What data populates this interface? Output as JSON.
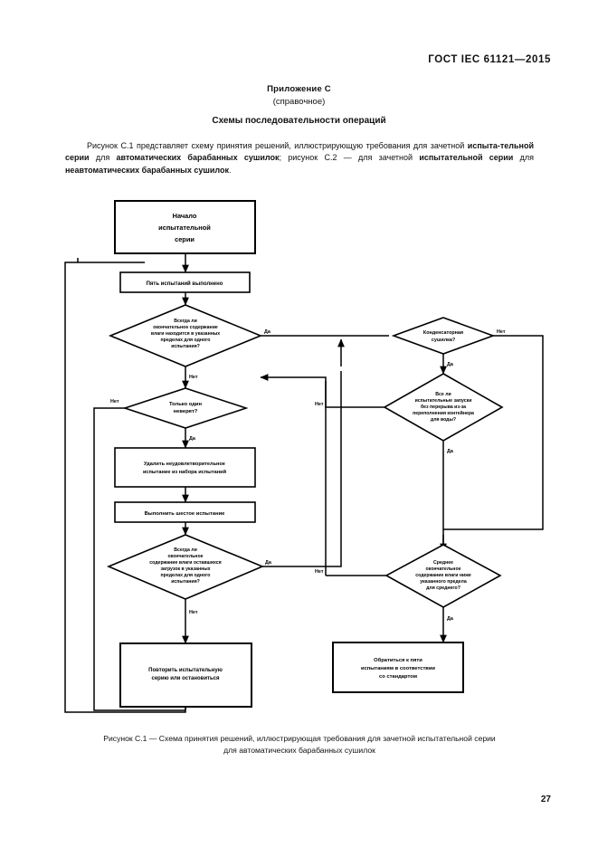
{
  "header": {
    "standard_number": "ГОСТ IEC 61121—2015",
    "page_number": "27"
  },
  "annex": {
    "title": "Приложение С",
    "subtitle": "(справочное)",
    "section_title": "Схемы последовательности операций"
  },
  "intro": {
    "part1": "Рисунок С.1 представляет схему принятия решений, иллюстрирующую требования для зачетной ",
    "bold1": "испыта-",
    "bold2": "тельной серии",
    "part2": " для ",
    "bold3": "автоматических барабанных сушилок",
    "part3": "; рисунок С.2 — для зачетной ",
    "bold4": "испытательной серии",
    "part4": "для ",
    "bold5": "неавтоматических барабанных сушилок",
    "part5": "."
  },
  "figure": {
    "caption_line1": "Рисунок С.1 — Схема принятия решений, иллюстрирующая требования для зачетной испытательной серии",
    "caption_line2": "для автоматических барабанных сушилок",
    "nodes": {
      "start": {
        "type": "process",
        "lines": [
          "Начало",
          "испытательной",
          "серии"
        ]
      },
      "five_tests_done": {
        "type": "process",
        "lines": [
          "Пять испытаний выполнено"
        ]
      },
      "moisture_within_limits": {
        "type": "decision",
        "lines": [
          "Всегда ли",
          "окончательное содержание",
          "влаги находится в указанных",
          "пределах для одного",
          "испытания?"
        ]
      },
      "only_one_invalid": {
        "type": "decision",
        "lines": [
          "Только один",
          "неверят?"
        ]
      },
      "remove_test": {
        "type": "process",
        "lines": [
          "Удалить неудовлетворительное",
          "испытание из набора испытаний"
        ]
      },
      "run_sixth_test": {
        "type": "process",
        "lines": [
          "Выполнить шестое испытание"
        ]
      },
      "remaining_within_limits": {
        "type": "decision",
        "lines": [
          "Всегда ли",
          "окончательное",
          "содержание влаги оставшихся",
          "загрузок в указанных",
          "пределах для одного",
          "испытания?"
        ]
      },
      "repeat_or_stop": {
        "type": "process",
        "lines": [
          "Повторить испытательную",
          "серию или остановиться"
        ]
      },
      "condenser_dryer": {
        "type": "decision",
        "lines": [
          "Конденсаторная",
          "сушилка?"
        ]
      },
      "no_interrupt_water": {
        "type": "decision",
        "lines": [
          "Все ли",
          "испытательные запуски",
          "без перерыва из-за",
          "переполнения контейнера",
          "для воды?"
        ]
      },
      "mean_below_limit": {
        "type": "decision",
        "lines": [
          "Среднее",
          "окончательное",
          "содержание влаги ниже",
          "указанного предела",
          "для среднего?"
        ]
      },
      "refer_five_tests": {
        "type": "process",
        "lines": [
          "Обратиться к пяти",
          "испытаниям в соответствии",
          "со стандартом"
        ]
      }
    },
    "edge_labels": {
      "yes": "Да",
      "no": "Нет"
    }
  }
}
